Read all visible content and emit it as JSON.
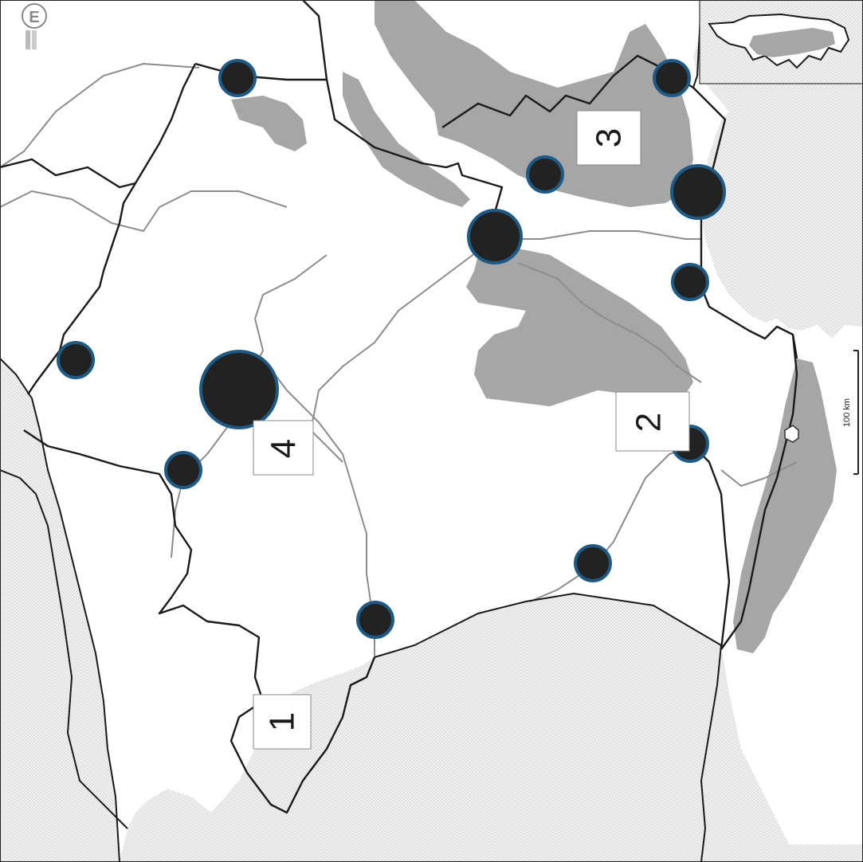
{
  "map": {
    "region_labels": [
      "1",
      "2",
      "3",
      "4"
    ],
    "scale_label": "100 km",
    "publisher_mark": "E",
    "colors": {
      "land": "#ffffff",
      "sea_pattern": "#d7d7d7",
      "upland": "#a6a6a6",
      "borders": "#1a1a1a",
      "rivers": "#8c8c8c",
      "marker_fill": "#222222",
      "marker_stroke": "#1d5b86"
    }
  }
}
